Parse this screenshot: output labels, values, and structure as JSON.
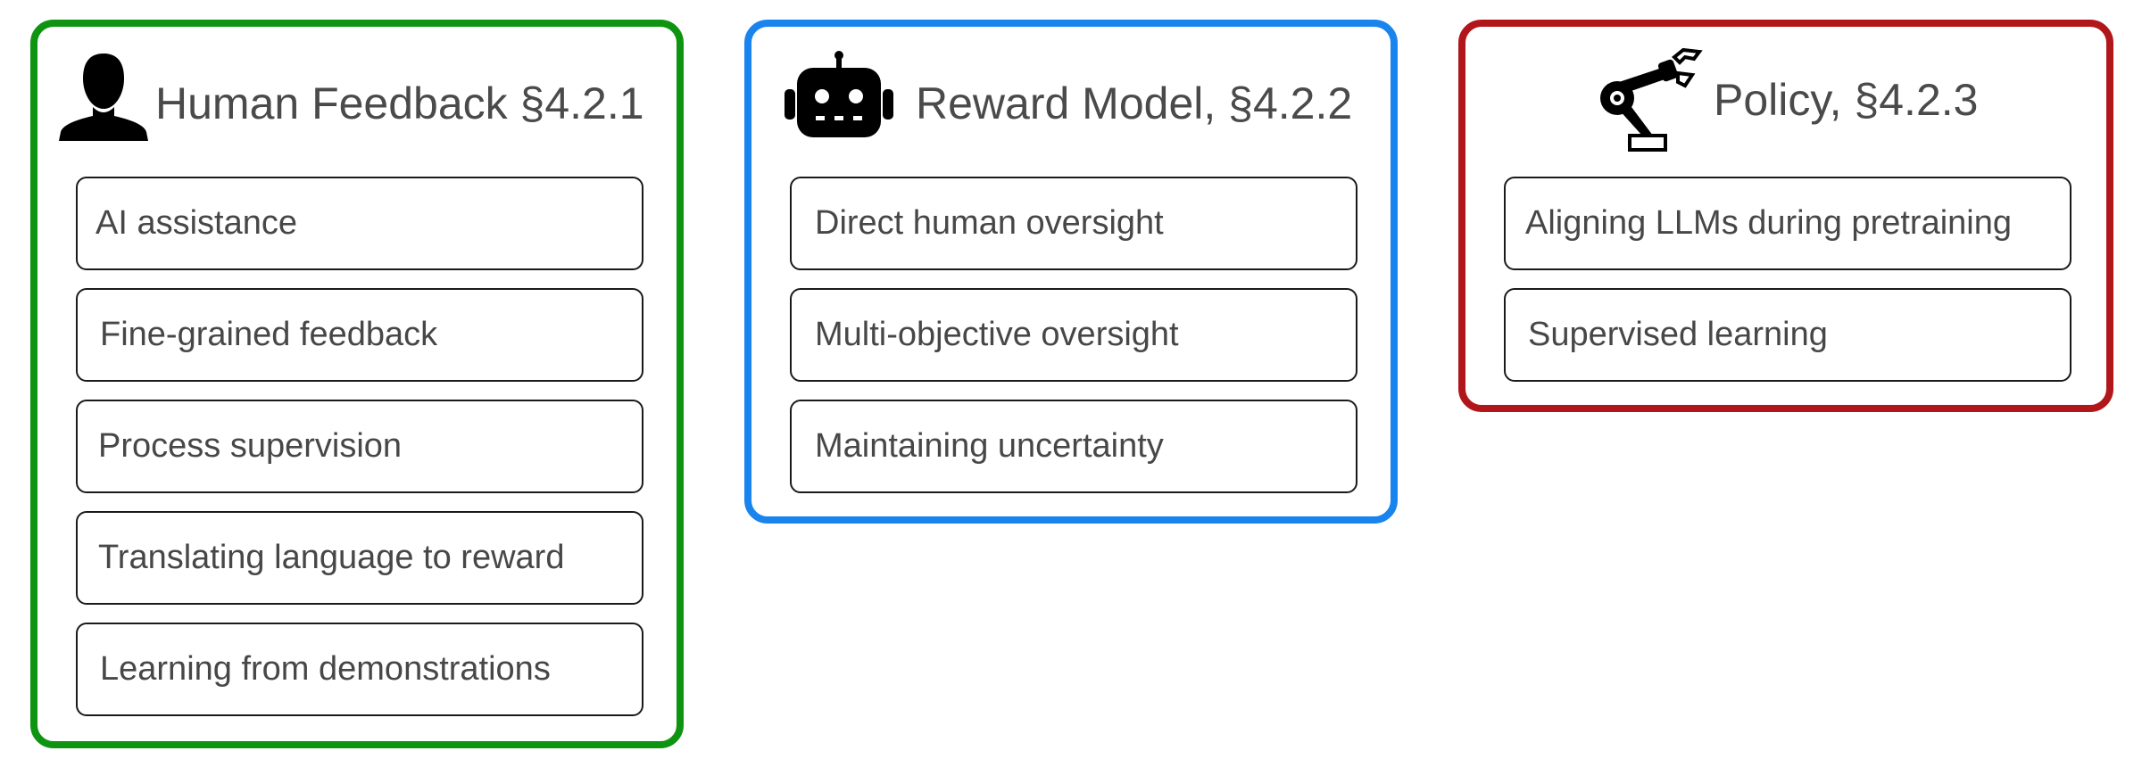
{
  "colors": {
    "human_border": "#0e9410",
    "reward_border": "#1a84ee",
    "policy_border": "#b0161a",
    "item_border": "#1a1a1a",
    "text": "#474747",
    "icon": "#000000"
  },
  "panels": [
    {
      "title": "Human Feedback §4.2.1",
      "icon": "person-icon",
      "items": [
        "AI assistance",
        "Fine-grained feedback",
        "Process supervision",
        "Translating language to reward",
        "Learning from demonstrations"
      ]
    },
    {
      "title": "Reward Model, §4.2.2",
      "icon": "robot-icon",
      "items": [
        "Direct human oversight",
        "Multi-objective oversight",
        "Maintaining uncertainty"
      ]
    },
    {
      "title": "Policy, §4.2.3",
      "icon": "robot-arm-icon",
      "items": [
        "Aligning LLMs during pretraining",
        "Supervised learning"
      ]
    }
  ]
}
